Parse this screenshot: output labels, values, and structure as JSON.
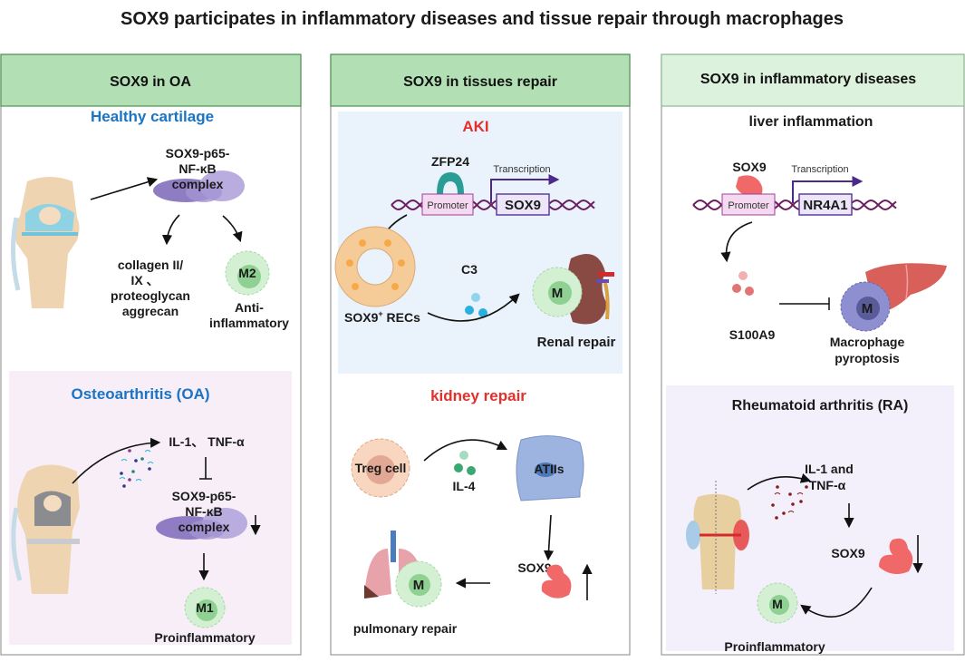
{
  "title": "SOX9 participates in inflammatory diseases and tissue repair through macrophages",
  "colors": {
    "header_green": "#b2e0b4",
    "header_green_light": "#dcf2dd",
    "section_blue": "#1a74c6",
    "section_red": "#e2302a",
    "pink_panel": "#f7eef7",
    "blue_panel": "#eaf2fb",
    "lavender_panel": "#f3f0fb",
    "macrophage_green": "#bfe8c1",
    "sox9_protein": "#f06868",
    "complex_purple": "#8f7dc4"
  },
  "panels": [
    {
      "header": "SOX9 in OA",
      "healthy": {
        "title": "Healthy cartilage",
        "complex": [
          "SOX9-p65-",
          "NF-κB",
          "complex"
        ],
        "products": [
          "collagen II/",
          "IX 、",
          "proteoglycan",
          "aggrecan"
        ],
        "cell": "M2",
        "effect": [
          "Anti-",
          "inflammatory"
        ],
        "icons": [
          "healthy-knee-icon",
          "protein-complex-icon",
          "macrophage-icon"
        ]
      },
      "oa": {
        "title": "Osteoarthritis (OA)",
        "cytokines": "IL-1、 TNF-α",
        "complex": [
          "SOX9-p65-",
          "NF-κB",
          "complex"
        ],
        "cell": "M1",
        "effect": "Proinflammatory",
        "icons": [
          "prosthetic-knee-icon",
          "cytokine-particles-icon",
          "down-arrow-icon"
        ]
      }
    },
    {
      "header": "SOX9 in tissues repair",
      "aki": {
        "title": "AKI",
        "factor": "ZFP24",
        "transcription": "Transcription",
        "promoter": "Promoter",
        "gene": "SOX9",
        "cells": "SOX9",
        "cells_sup": "+",
        "cells_suffix": " RECs",
        "signal": "C3",
        "cell": "M",
        "outcome": "Renal repair",
        "icons": [
          "dna-helix-icon",
          "renal-tubule-icon",
          "kidney-icon"
        ]
      },
      "kidney": {
        "title": "kidney repair",
        "treg": "Treg cell",
        "signal": "IL-4",
        "target": "ATIIs",
        "sox9": "SOX9",
        "cell": "M",
        "outcome": "pulmonary repair",
        "icons": [
          "treg-cell-icon",
          "atii-cell-icon",
          "lung-icon",
          "up-arrow-icon"
        ]
      }
    },
    {
      "header": "SOX9 in  inflammatory diseases",
      "liver": {
        "title": "liver inflammation",
        "factor": "SOX9",
        "transcription": "Transcription",
        "promoter": "Promoter",
        "gene": "NR4A1",
        "signal": "S100A9",
        "cell": "M",
        "outcome": [
          "Macrophage",
          "pyroptosis"
        ],
        "icons": [
          "dna-helix-icon",
          "liver-icon",
          "inhibition-icon"
        ]
      },
      "ra": {
        "title": "Rheumatoid arthritis (RA)",
        "cytokines": [
          "IL-1 and",
          "TNF-α"
        ],
        "sox9": "SOX9",
        "cell": "M",
        "effect": "Proinflammatory",
        "icons": [
          "ra-joint-icon",
          "cytokine-particles-icon",
          "down-arrow-icon"
        ]
      }
    }
  ]
}
